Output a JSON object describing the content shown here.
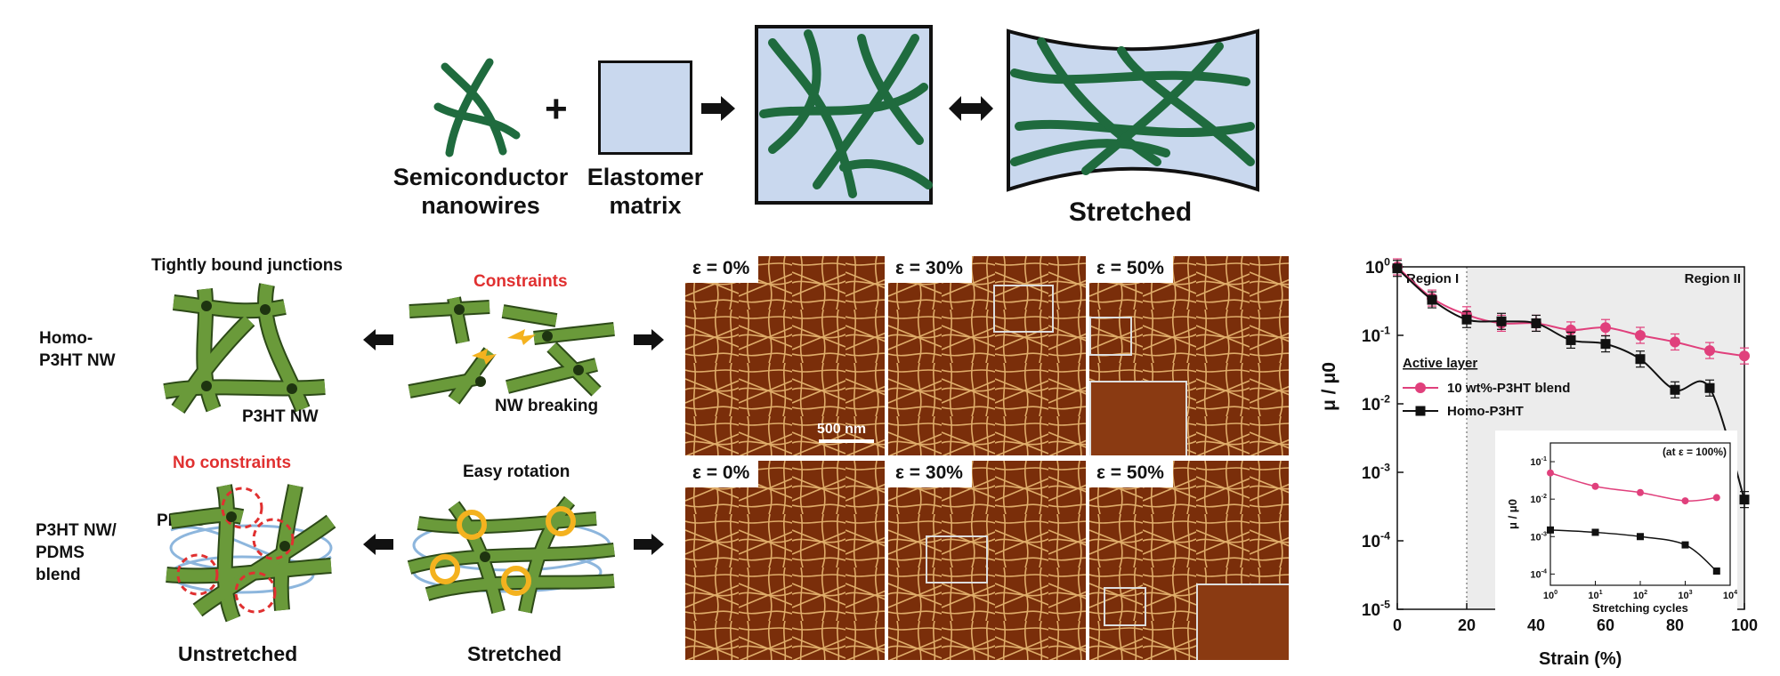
{
  "top": {
    "nanowires_l1": "Semiconductor",
    "nanowires_l2": "nanowires",
    "elastomer_l1": "Elastomer",
    "elastomer_l2": "matrix",
    "stretched": "Stretched",
    "plus": "+"
  },
  "schematic": {
    "homo_l1": "Homo-",
    "homo_l2": "P3HT NW",
    "blend_l1": "P3HT NW/",
    "blend_l2": "PDMS",
    "blend_l3": "blend",
    "tightly": "Tightly bound junctions",
    "p3ht_nw": "P3HT NW",
    "constraints": "Constraints",
    "nw_breaking": "NW breaking",
    "no_constraints": "No constraints",
    "pdms": "PDMS",
    "easy_rotation": "Easy rotation",
    "unstretched": "Unstretched",
    "stretched": "Stretched"
  },
  "afm": {
    "top_row": [
      "ε = 0%",
      "ε = 30%",
      "ε = 50%"
    ],
    "bottom_row": [
      "ε = 0%",
      "ε = 30%",
      "ε = 50%"
    ],
    "scale_bar": "500 nm"
  },
  "colors": {
    "nanowire": "#1f6b3e",
    "schematic_wire": "#5f8a3a",
    "elastomer": "#c9d8ee",
    "blend": "#e0407c",
    "homo": "#111111",
    "constraint_red": "#e03030",
    "pdms_blue": "#8db6dd",
    "arrow_yellow": "#f4b21f",
    "afm_bg": "#7a2e0a",
    "afm_fiber": "#f1c27a"
  },
  "chart_data": {
    "type": "line",
    "xlabel": "Strain (%)",
    "ylabel": "μ / μ0",
    "xlim": [
      0,
      100
    ],
    "ylim": [
      1e-05,
      1
    ],
    "yscale": "log",
    "xticks": [
      "0",
      "20",
      "40",
      "60",
      "80",
      "100"
    ],
    "yticks": [
      "10-5",
      "10-4",
      "10-3",
      "10-2",
      "10-1",
      "100"
    ],
    "annotations": [
      "Region I",
      "Region II"
    ],
    "legend_title": "Active layer",
    "legend_position": "center-left",
    "series": [
      {
        "name": "10 wt%-P3HT blend",
        "color": "#e0407c",
        "marker": "circle",
        "x": [
          0,
          10,
          20,
          30,
          40,
          50,
          60,
          70,
          80,
          90,
          100
        ],
        "y": [
          1.0,
          0.35,
          0.2,
          0.15,
          0.15,
          0.12,
          0.13,
          0.1,
          0.08,
          0.06,
          0.05
        ]
      },
      {
        "name": "Homo-P3HT",
        "color": "#111111",
        "marker": "square",
        "x": [
          0,
          10,
          20,
          30,
          40,
          50,
          60,
          70,
          80,
          90,
          100
        ],
        "y": [
          0.95,
          0.33,
          0.17,
          0.16,
          0.15,
          0.085,
          0.075,
          0.045,
          0.016,
          0.017,
          0.0004
        ]
      }
    ],
    "inset": {
      "type": "line",
      "annotation": "(at ε = 100%)",
      "xlabel": "Stretching cycles",
      "ylabel": "μ / μ0",
      "xscale": "log",
      "yscale": "log",
      "xticks": [
        "100",
        "101",
        "102",
        "103",
        "104"
      ],
      "yticks": [
        "10-4",
        "10-3",
        "10-2",
        "10-1"
      ],
      "series": [
        {
          "name": "10 wt%-P3HT blend",
          "color": "#e0407c",
          "x": [
            1,
            10,
            100,
            1000,
            5000
          ],
          "y": [
            0.05,
            0.022,
            0.015,
            0.009,
            0.011
          ]
        },
        {
          "name": "Homo-P3HT",
          "color": "#111111",
          "x": [
            1,
            10,
            100,
            1000,
            5000
          ],
          "y": [
            0.0015,
            0.0013,
            0.001,
            0.0006,
            0.00012
          ]
        }
      ]
    }
  }
}
